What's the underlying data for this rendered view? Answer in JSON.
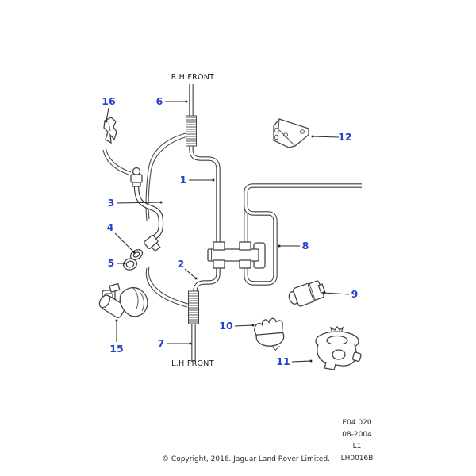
{
  "diagram": {
    "direction_labels": {
      "top": "R.H FRONT",
      "bottom": "L.H FRONT"
    },
    "callouts": {
      "c1": "1",
      "c2": "2",
      "c3": "3",
      "c4": "4",
      "c5": "5",
      "c6": "6",
      "c7": "7",
      "c8": "8",
      "c9": "9",
      "c10": "10",
      "c11": "11",
      "c12": "12",
      "c15": "15",
      "c16": "16"
    },
    "colors": {
      "callout_blue": "#2440cc",
      "line_gray": "#3d3d3d"
    }
  },
  "footer": {
    "doc_code": "E04.020",
    "date_code": "08-2004",
    "sheet_code": "L1",
    "figure_code": "LH0016B",
    "copyright": "© Copyright, 2016. Jaguar Land Rover Limited."
  }
}
